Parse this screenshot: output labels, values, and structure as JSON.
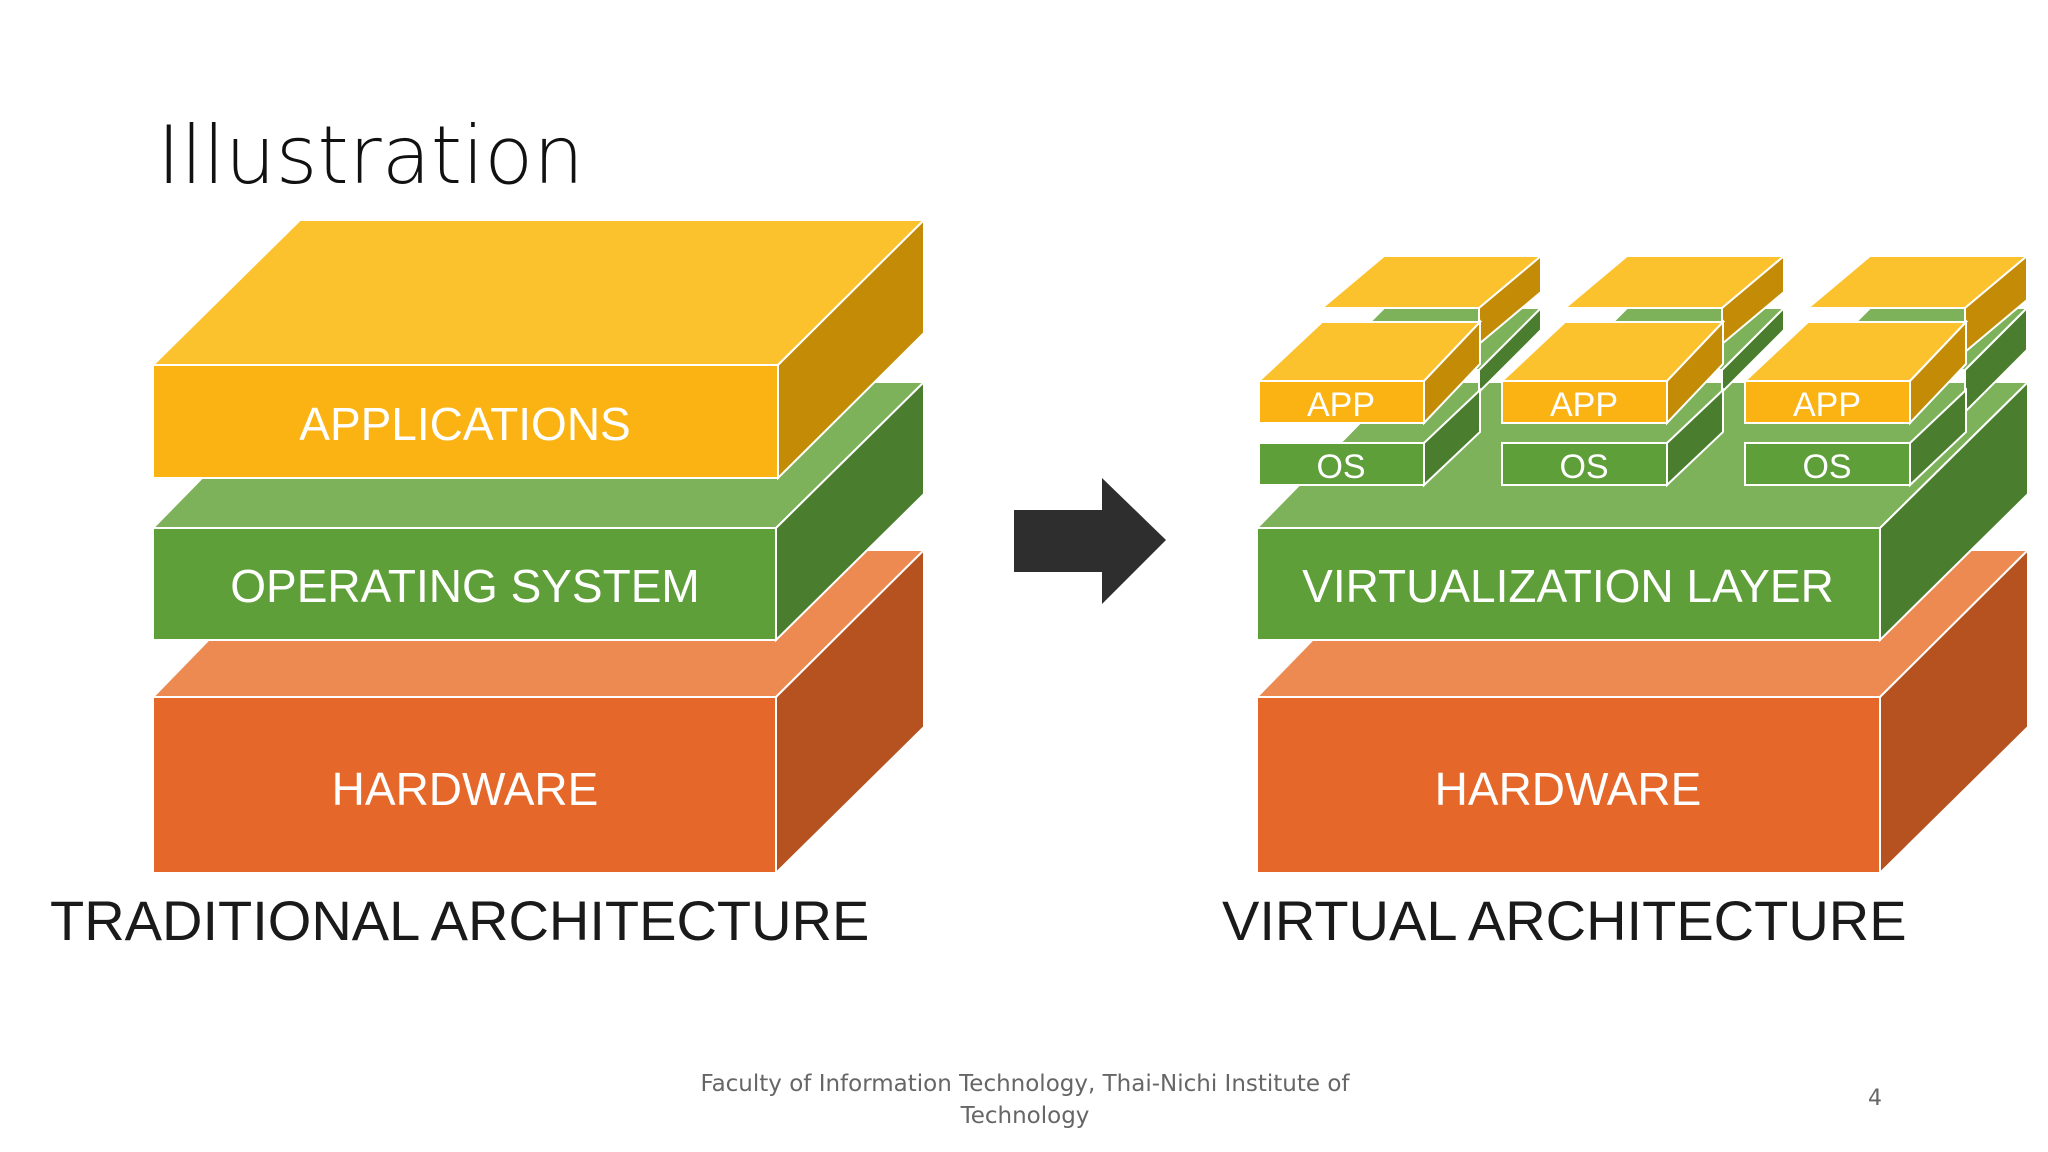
{
  "slide": {
    "title": "Illustration",
    "footer": "Faculty of Information Technology, Thai-Nichi Institute of Technology",
    "page_number": "4"
  },
  "traditional": {
    "caption": "TRADITIONAL ARCHITECTURE",
    "applications": "APPLICATIONS",
    "operating_system": "OPERATING SYSTEM",
    "hardware": "HARDWARE"
  },
  "virtual": {
    "caption": "VIRTUAL ARCHITECTURE",
    "app_label": "APP",
    "os_label": "OS",
    "virtualization_layer": "VIRTUALIZATION LAYER",
    "hardware": "HARDWARE"
  },
  "colors": {
    "app_front": "#fbb313",
    "app_top": "#fbc22e",
    "app_side": "#c48c06",
    "os_front": "#5f9f3a",
    "os_top": "#7db25a",
    "os_side": "#4a7d2d",
    "hw_front": "#e5682a",
    "hw_top": "#ec8a52",
    "hw_side": "#b5521f",
    "arrow": "#2e2e2e"
  }
}
